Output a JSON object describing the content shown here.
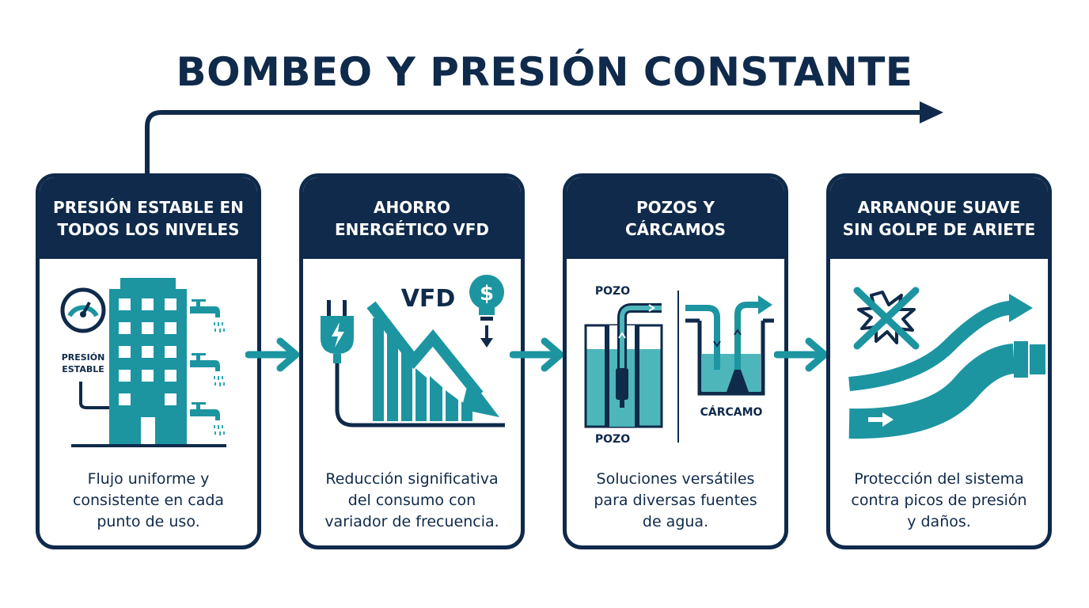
{
  "header": {
    "title": "BOMBEO Y PRESIÓN CONSTANTE"
  },
  "colors": {
    "navy": "#0f2a4a",
    "teal": "#1c95a1",
    "light_teal": "#2aa9b3",
    "water": "#4db6bb"
  },
  "cards": [
    {
      "title": "PRESIÓN ESTABLE EN\nTODOS LOS NIVELES",
      "description": "Flujo uniforme y\nconsistente en cada\npunto de uso.",
      "labels": {
        "gauge": "PRESIÓN\nESTABLE"
      },
      "icons": [
        "gauge-icon",
        "building-icon",
        "faucet-icon"
      ]
    },
    {
      "title": "AHORRO\nENERGÉTICO VFD",
      "description": "Reducción significativa\ndel consumo con\nvariador de frecuencia.",
      "labels": {
        "vfd": "VFD"
      },
      "icons": [
        "plug-icon",
        "declining-chart-icon",
        "dollar-bulb-icon"
      ]
    },
    {
      "title": "POZOS Y\nCÁRCAMOS",
      "description": "Soluciones versátiles\npara diversas fuentes\nde agua.",
      "labels": {
        "pozo_top": "POZO",
        "pozo_bottom": "POZO",
        "carcamo": "CÁRCAMO"
      },
      "icons": [
        "well-pump-icon",
        "sump-pump-icon"
      ]
    },
    {
      "title": "ARRANQUE SUAVE\nSIN GOLPE DE ARIETE",
      "description": "Protección del sistema\ncontra picos de presión\ny daños.",
      "labels": {},
      "icons": [
        "crossed-burst-icon",
        "smooth-pipe-icon"
      ]
    }
  ]
}
